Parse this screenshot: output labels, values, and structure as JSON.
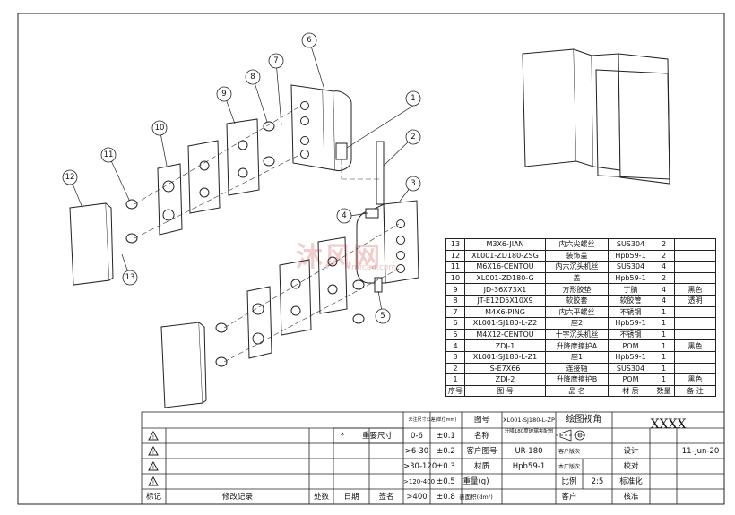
{
  "balloons": [
    "1",
    "2",
    "3",
    "4",
    "5",
    "6",
    "7",
    "8",
    "9",
    "10",
    "11",
    "12",
    "13"
  ],
  "bom": {
    "rows": [
      [
        "13",
        "M3X6-JIAN",
        "内六尖螺丝",
        "SUS304",
        "2",
        ""
      ],
      [
        "12",
        "XL001-ZD180-ZSG",
        "装饰盖",
        "Hpb59-1",
        "2",
        ""
      ],
      [
        "11",
        "M6X16-CENTOU",
        "内六沉头机丝",
        "SUS304",
        "4",
        ""
      ],
      [
        "10",
        "XL001-ZD180-G",
        "盖",
        "Hpb59-1",
        "2",
        ""
      ],
      [
        "9",
        "JD-36X73X1",
        "方形胶垫",
        "丁腈",
        "4",
        "黑色"
      ],
      [
        "8",
        "JT-E12D5X10X9",
        "软胶套",
        "软胶管",
        "4",
        "透明"
      ],
      [
        "7",
        "M4X6-PING",
        "内六平螺丝",
        "不锈钢",
        "1",
        ""
      ],
      [
        "6",
        "XL001-SJ180-L-Z2",
        "座2",
        "Hpb59-1",
        "1",
        ""
      ],
      [
        "5",
        "M4X12-CENTOU",
        "十字沉头机丝",
        "不锈钢",
        "1",
        ""
      ],
      [
        "4",
        "ZDJ-1",
        "升降摩擦护A",
        "POM",
        "1",
        "黑色"
      ],
      [
        "3",
        "XL001-SJ180-L-Z1",
        "座1",
        "Hpb59-1",
        "1",
        ""
      ],
      [
        "2",
        "S-E7X66",
        "连接轴",
        "SUS304",
        "1",
        ""
      ],
      [
        "1",
        "ZDJ-2",
        "升降摩擦护B",
        "POM",
        "1",
        "黑色"
      ]
    ],
    "header": [
      "序号",
      "图 号",
      "品 名",
      "材 质",
      "数量",
      "备 注"
    ]
  },
  "title_block": {
    "tol_header": "未注尺寸公差(单位mm)",
    "star": "*",
    "key_dim": "重要尺寸",
    "tol_rows": [
      [
        "0-6",
        "±0.1"
      ],
      [
        ">6-30",
        "±0.2"
      ],
      [
        ">30-120",
        "±0.3"
      ],
      [
        ">120-400",
        "±0.5"
      ],
      [
        ">400",
        "±0.8"
      ]
    ],
    "drawing_no_label": "图号",
    "drawing_no": "XL001-SJ180-L-ZP",
    "view_label": "绘图视角",
    "company": "XXXX",
    "name_label": "名称",
    "name_value": "升降180度玻璃夹配图",
    "cust_drawing_label": "客户图号",
    "cust_drawing": "UR-180",
    "cust_ver_label": "客户版次",
    "design_label": "设计",
    "date": "11-Jun-20",
    "material_label": "材质",
    "material": "Hpb59-1",
    "our_ver_label": "本厂版次",
    "check_label": "校对",
    "weight_label": "重量(g)",
    "scale_label": "比例",
    "scale": "2:5",
    "std_label": "标准化",
    "area_label": "表面积(dm²)",
    "customer_label": "客户",
    "approve_label": "核准",
    "rev_labels": [
      "标记",
      "修改记录",
      "处数",
      "日期",
      "签名"
    ]
  },
  "watermark": {
    "main": "沐风网",
    "sub": "mfcad.com"
  },
  "colors": {
    "line": "#222222",
    "watermark": "#c83c3c"
  }
}
